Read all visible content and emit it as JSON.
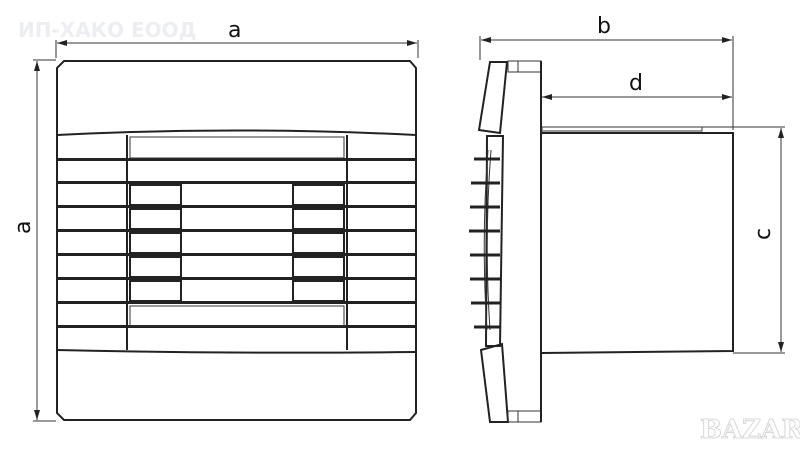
{
  "watermarks": {
    "top_left": "ИП-ХАКО ЕООД",
    "bottom_right": "BAZAR"
  },
  "dimensions": {
    "width_label": "a",
    "height_label": "a",
    "depth_total_label": "b",
    "depth_body_label": "d",
    "body_height_label": "c"
  },
  "colors": {
    "line": "#222222",
    "background": "#ffffff"
  }
}
